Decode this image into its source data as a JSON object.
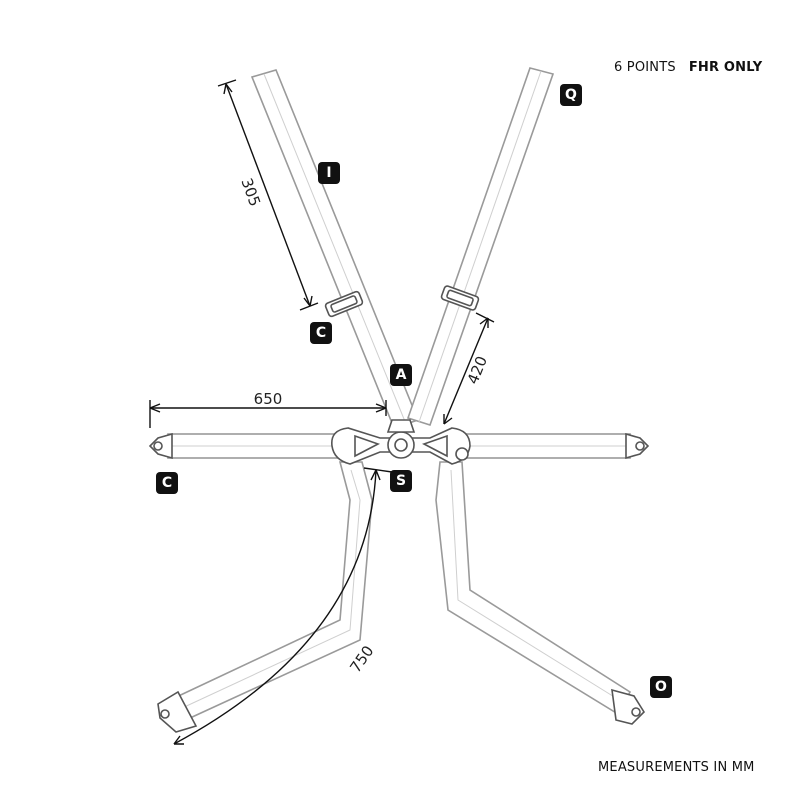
{
  "header": {
    "title": "6 POINTS",
    "subtitle": "FHR ONLY"
  },
  "footer": {
    "note": "MEASUREMENTS IN MM"
  },
  "labels": {
    "q": "Q",
    "i": "I",
    "c_upper": "C",
    "a": "A",
    "s": "S",
    "c_lower": "C",
    "o": "O"
  },
  "dimensions": {
    "d305": "305",
    "d650": "650",
    "d420": "420",
    "d750": "750"
  },
  "colors": {
    "strap_outline": "#9a9a9a",
    "badge": "#111111",
    "text": "#111111"
  }
}
